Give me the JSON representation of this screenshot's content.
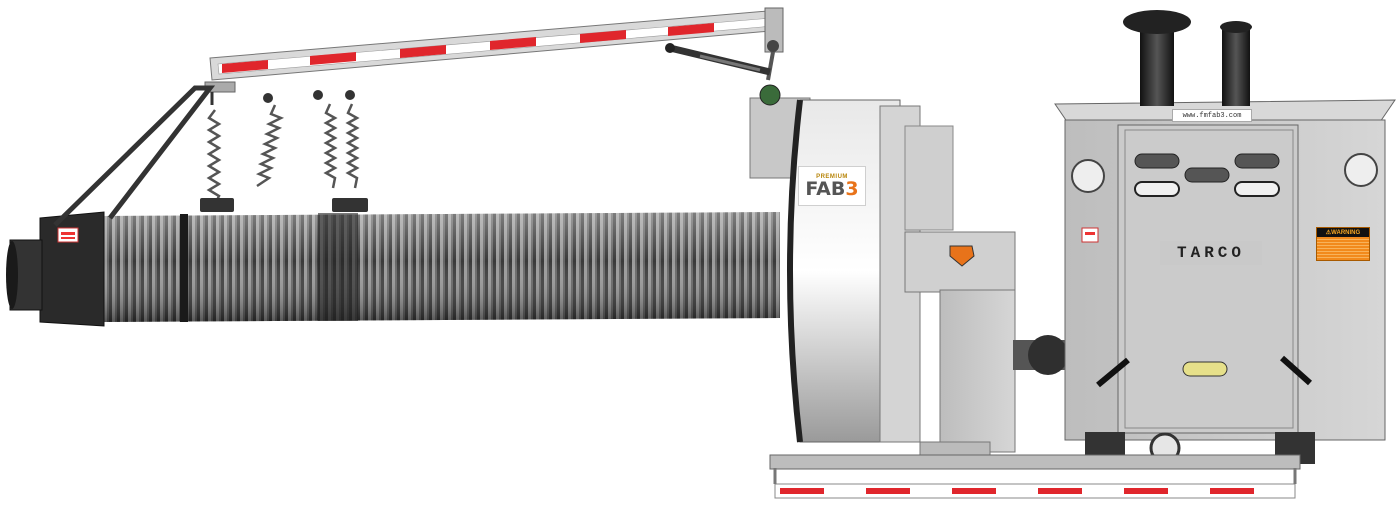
{
  "image": {
    "logo_small_text": "PREMIUM",
    "logo_text": "FAB",
    "logo_number": "3",
    "url_text": "www.fmfab3.com",
    "brand_plate": "TARCO",
    "warning_label": "⚠WARNING"
  },
  "colors": {
    "stripe_red": "#e0262c",
    "machine_gray": "#c4c4c4",
    "hose_dark": "#2a2a2a",
    "warning_orange": "#f28a1c",
    "accent_orange": "#e8731a"
  }
}
